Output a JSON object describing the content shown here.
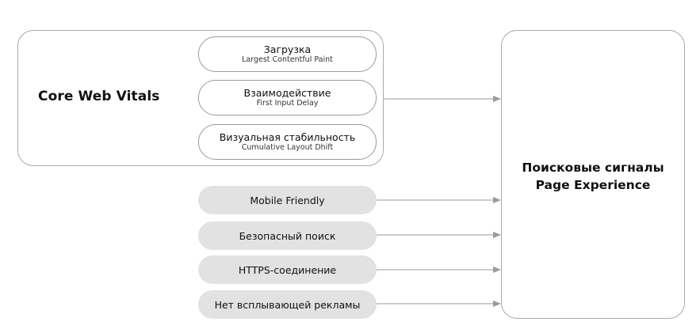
{
  "core_web_vitals": {
    "title": "Core Web Vitals",
    "metrics": [
      {
        "title": "Загрузка",
        "subtitle": "Largest Contentful Paint"
      },
      {
        "title": "Взаимодействие",
        "subtitle": "First Input Delay"
      },
      {
        "title": "Визуальная стабильность",
        "subtitle": "Cumulative Layout Dhift"
      }
    ]
  },
  "other_signals": [
    {
      "label": "Mobile Friendly"
    },
    {
      "label": "Безопасный поиск"
    },
    {
      "label": "HTTPS-соединение"
    },
    {
      "label": "Нет всплывающей рекламы"
    }
  ],
  "target": {
    "line1": "Поисковые сигналы",
    "line2": "Page Experience"
  },
  "colors": {
    "outline": "#a9a9a9",
    "pill_fill": "#e2e2e2",
    "arrow": "#9a9a9a"
  }
}
